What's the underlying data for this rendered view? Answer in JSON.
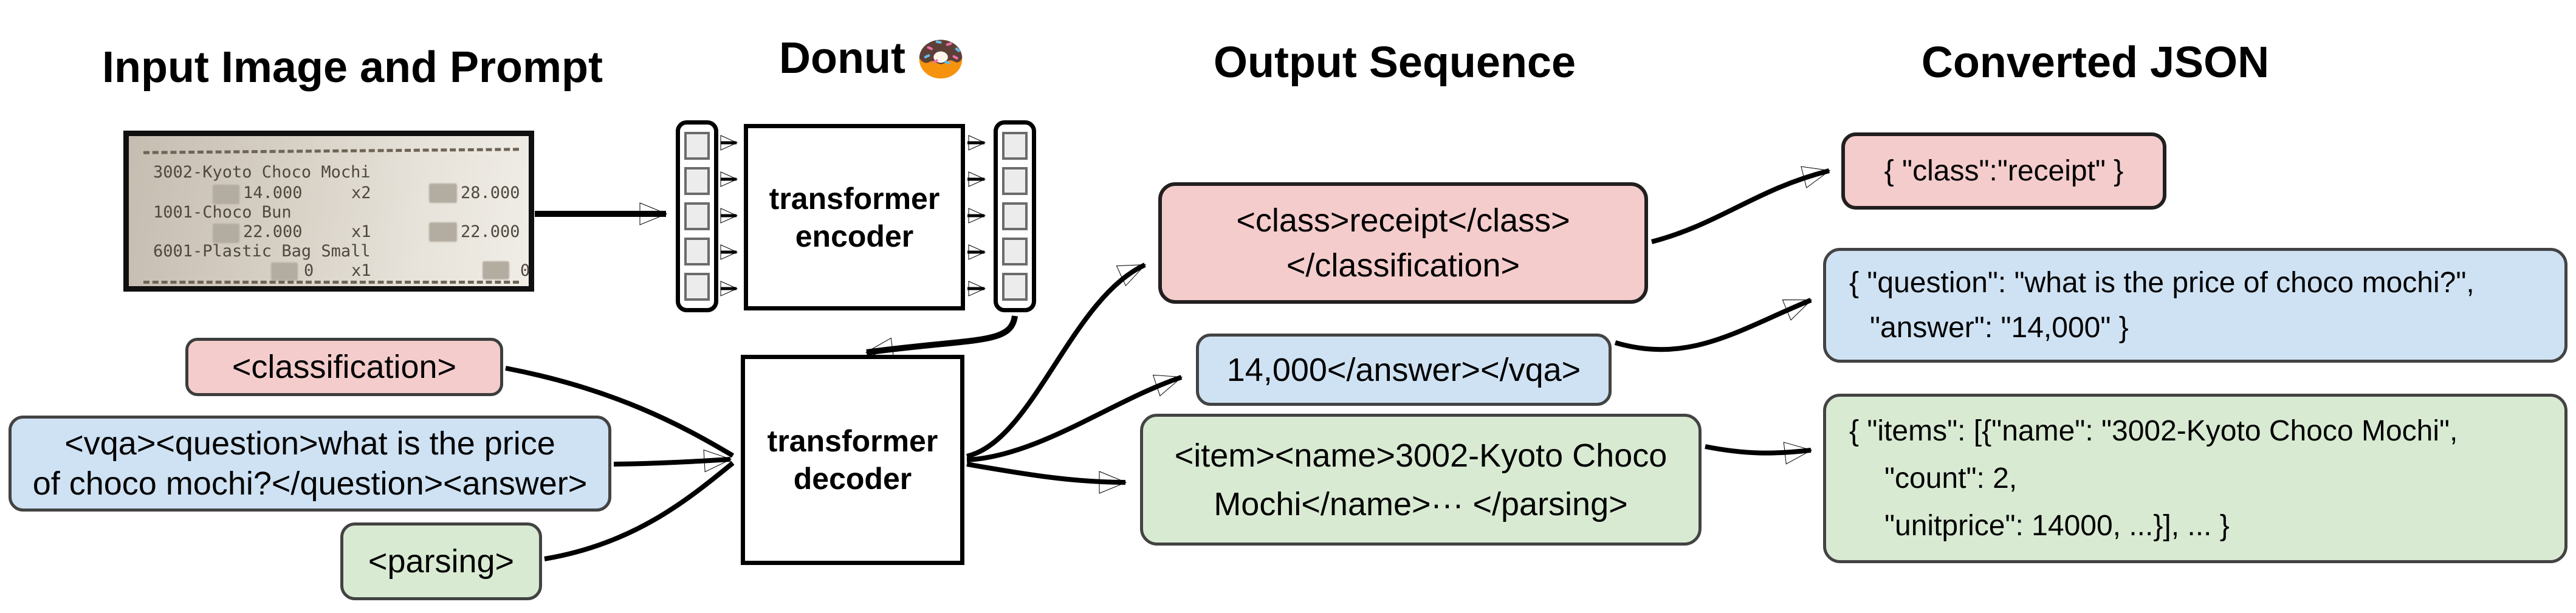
{
  "titles": {
    "input": "Input Image and Prompt",
    "model": "Donut",
    "output": "Output Sequence",
    "json": "Converted JSON"
  },
  "receipt": {
    "items": [
      {
        "name": "3002-Kyoto Choco Mochi",
        "unit": "14.000",
        "qty": "x2",
        "total": "28.000"
      },
      {
        "name": "1001-Choco Bun",
        "unit": "22.000",
        "qty": "x1",
        "total": "22.000"
      },
      {
        "name": "6001-Plastic Bag Small",
        "unit": "0",
        "qty": "x1",
        "total": "0"
      }
    ]
  },
  "model": {
    "encoder_line1": "transformer",
    "encoder_line2": "encoder",
    "decoder_line1": "transformer",
    "decoder_line2": "decoder"
  },
  "prompts": {
    "classification": "<classification>",
    "vqa_line1": "<vqa><question>what is the price",
    "vqa_line2": "of choco mochi?</question><answer>",
    "parsing": "<parsing>"
  },
  "outputs": {
    "classification_line1": "<class>receipt</class>",
    "classification_line2": "</classification>",
    "vqa": "14,000</answer></vqa>",
    "parsing_line1": "<item><name>3002-Kyoto Choco",
    "parsing_line2": "Mochi</name>··· </parsing>"
  },
  "converted_json": {
    "classification": "{ \"class\":\"receipt\" }",
    "vqa_line1": "{ \"question\": \"what is the price of choco mochi?\",",
    "vqa_line2": "\"answer\": \"14,000\" }",
    "parsing_line1": "{ \"items\": [{\"name\": \"3002-Kyoto Choco Mochi\",",
    "parsing_line2": "\"count\": 2,",
    "parsing_line3": "\"unitprice\": 14000, ...}], ... }"
  },
  "colors": {
    "classification_fill": "#f4cccc",
    "vqa_fill": "#cfe2f3",
    "parsing_fill": "#d9ead3",
    "box_border": "#434343",
    "arrow": "#000000"
  }
}
